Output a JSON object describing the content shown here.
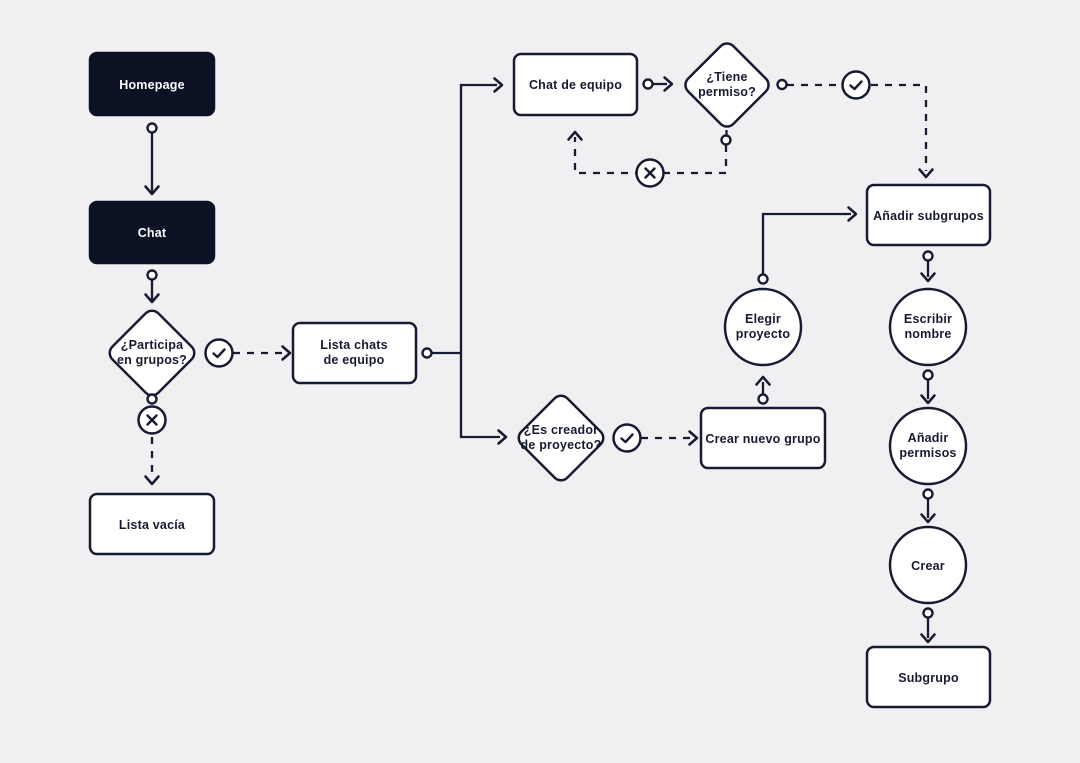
{
  "canvas": {
    "background": "#f0f0f2",
    "ink": "#171b31",
    "node_fill": "#ffffff",
    "dark_node_fill": "#0d1124",
    "dark_node_text": "#ffffff"
  },
  "nodes": {
    "homepage": {
      "label": "Homepage",
      "type": "screen"
    },
    "chat": {
      "label": "Chat",
      "type": "screen"
    },
    "participa_en_grupos": {
      "line1": "¿Participa",
      "line2": "en grupos?",
      "type": "decision"
    },
    "lista_chats_equipo": {
      "line1": "Lista chats",
      "line2": "de equipo",
      "type": "process"
    },
    "lista_vacia": {
      "label": "Lista vacía",
      "type": "process"
    },
    "chat_de_equipo": {
      "label": "Chat de equipo",
      "type": "process"
    },
    "tiene_permiso": {
      "line1": "¿Tiene",
      "line2": "permiso?",
      "type": "decision"
    },
    "es_creador_de_proyecto": {
      "line1": "¿Es creador",
      "line2": "de proyecto?",
      "type": "decision"
    },
    "crear_nuevo_grupo": {
      "label": "Crear nuevo grupo",
      "type": "process"
    },
    "elegir_proyecto": {
      "line1": "Elegir",
      "line2": "proyecto",
      "type": "action"
    },
    "anadir_subgrupos": {
      "label": "Añadir subgrupos",
      "type": "process"
    },
    "escribir_nombre": {
      "line1": "Escribir",
      "line2": "nombre",
      "type": "action"
    },
    "anadir_permisos": {
      "line1": "Añadir",
      "line2": "permisos",
      "type": "action"
    },
    "crear": {
      "label": "Crear",
      "type": "action"
    },
    "subgrupo": {
      "label": "Subgrupo",
      "type": "process"
    }
  },
  "indicators": {
    "yes_icon": "check-icon",
    "no_icon": "cross-icon"
  }
}
